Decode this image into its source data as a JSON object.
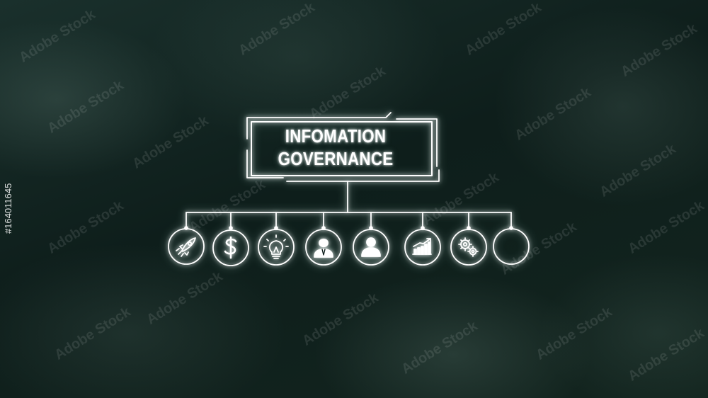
{
  "diagram": {
    "title_lines": [
      "INFOMATION",
      "GOVERNANCE"
    ],
    "nodes": [
      {
        "icon": "rocket-icon"
      },
      {
        "icon": "dollar-icon"
      },
      {
        "icon": "lightbulb-icon"
      },
      {
        "icon": "businessman-icon"
      },
      {
        "icon": "user-icon"
      },
      {
        "icon": "growth-chart-icon"
      },
      {
        "icon": "gears-icon"
      },
      {
        "icon": "empty-node"
      }
    ]
  },
  "watermark": {
    "text": "Adobe Stock",
    "side_id": "#164011645"
  },
  "colors": {
    "background": "#0f1f1c",
    "line": "#ffffff"
  }
}
